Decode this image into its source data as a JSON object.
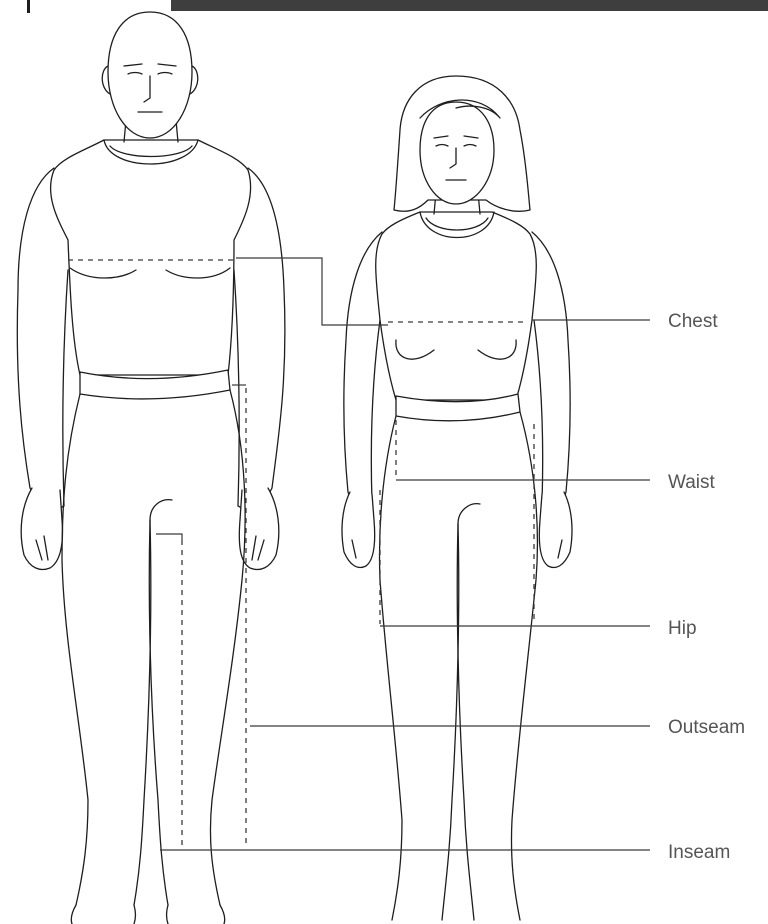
{
  "colors": {
    "header_bar": "#3e3e3e",
    "line": "#1e1e1e",
    "label": "#555555"
  },
  "labels": {
    "chest": "Chest",
    "waist": "Waist",
    "hip": "Hip",
    "outseam": "Outseam",
    "inseam": "Inseam"
  }
}
